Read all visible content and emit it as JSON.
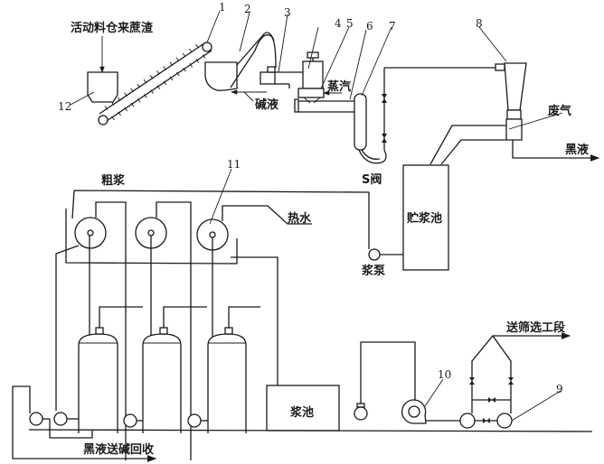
{
  "title": "碱法蔗渣制浆工艺流程",
  "labels": {
    "bagasse_source": "活动料仓来蔗渣",
    "alkali": "碱液",
    "steam": "蒸汽",
    "s_valve": "S阀",
    "waste_gas": "废气",
    "black_liquor_out": "黑液",
    "coarse_pulp": "粗浆",
    "hot_water": "热水",
    "storage_tank": "贮浆池",
    "pulp_pump": "浆泵",
    "pulp_tank": "浆池",
    "black_liquor_recovery": "黑液送碱回收",
    "to_screening": "送筛选工段"
  },
  "callouts": [
    "1",
    "2",
    "3",
    "4",
    "5",
    "6",
    "7",
    "8",
    "9",
    "10",
    "11",
    "12"
  ],
  "colors": {
    "line": "#1a1a1a",
    "background": "#ffffff"
  }
}
